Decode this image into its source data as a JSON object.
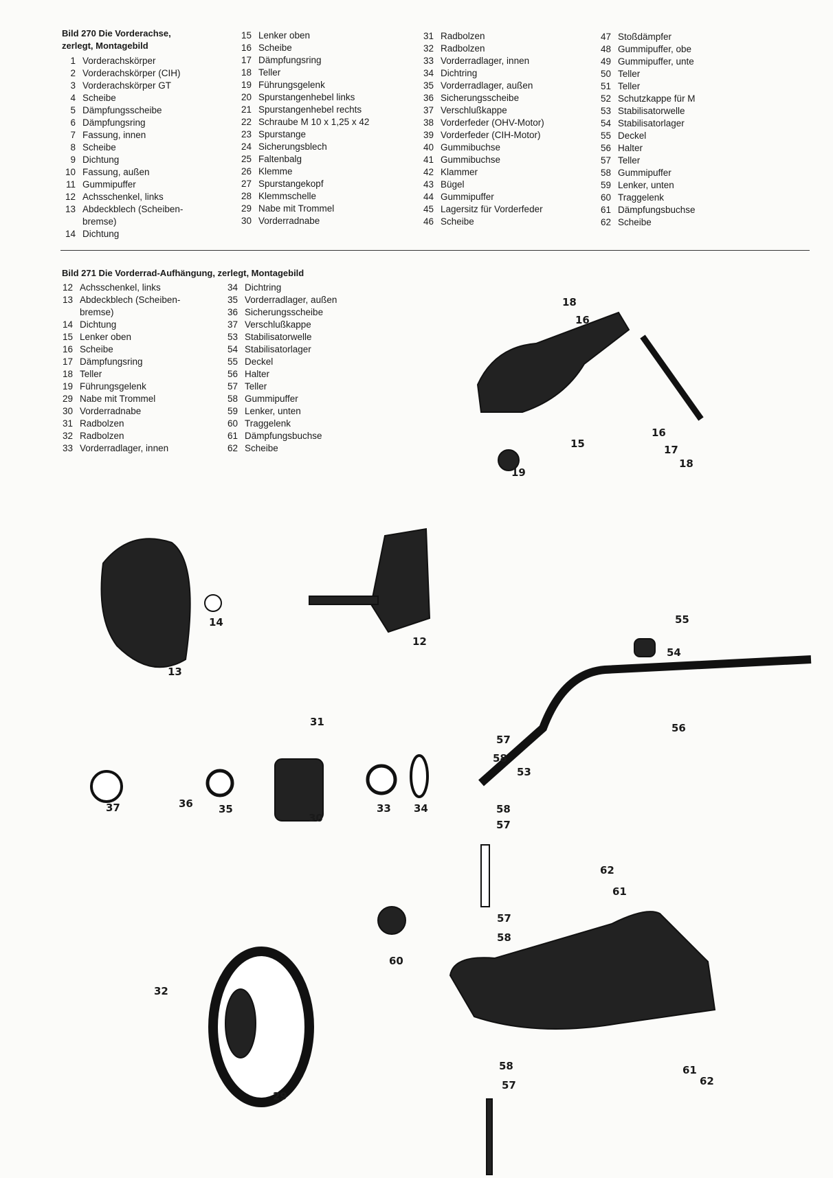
{
  "bild270": {
    "caption_line1": "Bild 270   Die Vorderachse,",
    "caption_line2": "zerlegt, Montagebild",
    "col1": [
      {
        "n": "1",
        "t": "Vorderachskörper"
      },
      {
        "n": "2",
        "t": "Vorderachskörper (CIH)"
      },
      {
        "n": "3",
        "t": "Vorderachskörper GT"
      },
      {
        "n": "4",
        "t": "Scheibe"
      },
      {
        "n": "5",
        "t": "Dämpfungsscheibe"
      },
      {
        "n": "6",
        "t": "Dämpfungsring"
      },
      {
        "n": "7",
        "t": "Fassung, innen"
      },
      {
        "n": "8",
        "t": "Scheibe"
      },
      {
        "n": "9",
        "t": "Dichtung"
      },
      {
        "n": "10",
        "t": "Fassung, außen"
      },
      {
        "n": "11",
        "t": "Gummipuffer"
      },
      {
        "n": "12",
        "t": "Achsschenkel, links"
      },
      {
        "n": "13",
        "t": "Abdeckblech (Scheiben-"
      },
      {
        "n": "",
        "t": "bremse)"
      },
      {
        "n": "14",
        "t": "Dichtung"
      }
    ],
    "col2": [
      {
        "n": "15",
        "t": "Lenker oben"
      },
      {
        "n": "16",
        "t": "Scheibe"
      },
      {
        "n": "17",
        "t": "Dämpfungsring"
      },
      {
        "n": "18",
        "t": "Teller"
      },
      {
        "n": "19",
        "t": "Führungsgelenk"
      },
      {
        "n": "20",
        "t": "Spurstangenhebel links"
      },
      {
        "n": "21",
        "t": "Spurstangenhebel rechts"
      },
      {
        "n": "22",
        "t": "Schraube M 10 x 1,25 x 42"
      },
      {
        "n": "23",
        "t": "Spurstange"
      },
      {
        "n": "24",
        "t": "Sicherungsblech"
      },
      {
        "n": "25",
        "t": "Faltenbalg"
      },
      {
        "n": "26",
        "t": "Klemme"
      },
      {
        "n": "27",
        "t": "Spurstangekopf"
      },
      {
        "n": "28",
        "t": "Klemmschelle"
      },
      {
        "n": "29",
        "t": "Nabe mit Trommel"
      },
      {
        "n": "30",
        "t": "Vorderradnabe"
      }
    ],
    "col3": [
      {
        "n": "31",
        "t": "Radbolzen"
      },
      {
        "n": "32",
        "t": "Radbolzen"
      },
      {
        "n": "33",
        "t": "Vorderradlager, innen"
      },
      {
        "n": "34",
        "t": "Dichtring"
      },
      {
        "n": "35",
        "t": "Vorderradlager, außen"
      },
      {
        "n": "36",
        "t": "Sicherungsscheibe"
      },
      {
        "n": "37",
        "t": "Verschlußkappe"
      },
      {
        "n": "38",
        "t": "Vorderfeder (OHV-Motor)"
      },
      {
        "n": "39",
        "t": "Vorderfeder (CIH-Motor)"
      },
      {
        "n": "40",
        "t": "Gummibuchse"
      },
      {
        "n": "41",
        "t": "Gummibuchse"
      },
      {
        "n": "42",
        "t": "Klammer"
      },
      {
        "n": "43",
        "t": "Bügel"
      },
      {
        "n": "44",
        "t": "Gummipuffer"
      },
      {
        "n": "45",
        "t": "Lagersitz für Vorderfeder"
      },
      {
        "n": "46",
        "t": "Scheibe"
      }
    ],
    "col4": [
      {
        "n": "47",
        "t": "Stoßdämpfer"
      },
      {
        "n": "48",
        "t": "Gummipuffer, obe"
      },
      {
        "n": "49",
        "t": "Gummipuffer, unte"
      },
      {
        "n": "50",
        "t": "Teller"
      },
      {
        "n": "51",
        "t": "Teller"
      },
      {
        "n": "52",
        "t": "Schutzkappe für M"
      },
      {
        "n": "53",
        "t": "Stabilisatorwelle"
      },
      {
        "n": "54",
        "t": "Stabilisatorlager"
      },
      {
        "n": "55",
        "t": "Deckel"
      },
      {
        "n": "56",
        "t": "Halter"
      },
      {
        "n": "57",
        "t": "Teller"
      },
      {
        "n": "58",
        "t": "Gummipuffer"
      },
      {
        "n": "59",
        "t": "Lenker, unten"
      },
      {
        "n": "60",
        "t": "Traggelenk"
      },
      {
        "n": "61",
        "t": "Dämpfungsbuchse"
      },
      {
        "n": "62",
        "t": "Scheibe"
      }
    ]
  },
  "bild271": {
    "caption": "Bild 271   Die Vorderrad-Aufhängung, zerlegt, Montagebild",
    "col1": [
      {
        "n": "12",
        "t": "Achsschenkel, links"
      },
      {
        "n": "13",
        "t": "Abdeckblech (Scheiben-"
      },
      {
        "n": "",
        "t": "bremse)"
      },
      {
        "n": "14",
        "t": "Dichtung"
      },
      {
        "n": "15",
        "t": "Lenker oben"
      },
      {
        "n": "16",
        "t": "Scheibe"
      },
      {
        "n": "17",
        "t": "Dämpfungsring"
      },
      {
        "n": "18",
        "t": "Teller"
      },
      {
        "n": "19",
        "t": "Führungsgelenk"
      },
      {
        "n": "29",
        "t": "Nabe mit Trommel"
      },
      {
        "n": "30",
        "t": "Vorderradnabe"
      },
      {
        "n": "31",
        "t": "Radbolzen"
      },
      {
        "n": "32",
        "t": "Radbolzen"
      },
      {
        "n": "33",
        "t": "Vorderradlager, innen"
      }
    ],
    "col2": [
      {
        "n": "34",
        "t": "Dichtring"
      },
      {
        "n": "35",
        "t": "Vorderradlager, außen"
      },
      {
        "n": "36",
        "t": "Sicherungsscheibe"
      },
      {
        "n": "37",
        "t": "Verschlußkappe"
      },
      {
        "n": "53",
        "t": "Stabilisatorwelle"
      },
      {
        "n": "54",
        "t": "Stabilisatorlager"
      },
      {
        "n": "55",
        "t": "Deckel"
      },
      {
        "n": "56",
        "t": "Halter"
      },
      {
        "n": "57",
        "t": "Teller"
      },
      {
        "n": "58",
        "t": "Gummipuffer"
      },
      {
        "n": "59",
        "t": "Lenker, unten"
      },
      {
        "n": "60",
        "t": "Traggelenk"
      },
      {
        "n": "61",
        "t": "Dämpfungsbuchse"
      },
      {
        "n": "62",
        "t": "Scheibe"
      }
    ]
  },
  "callouts": [
    "18",
    "16",
    "15",
    "16",
    "17",
    "18",
    "19",
    "14",
    "12",
    "13",
    "55",
    "54",
    "56",
    "31",
    "57",
    "58",
    "53",
    "37",
    "36",
    "35",
    "30",
    "33",
    "34",
    "58",
    "57",
    "62",
    "61",
    "57",
    "58",
    "60",
    "32",
    "29",
    "58",
    "57",
    "61",
    "62"
  ]
}
